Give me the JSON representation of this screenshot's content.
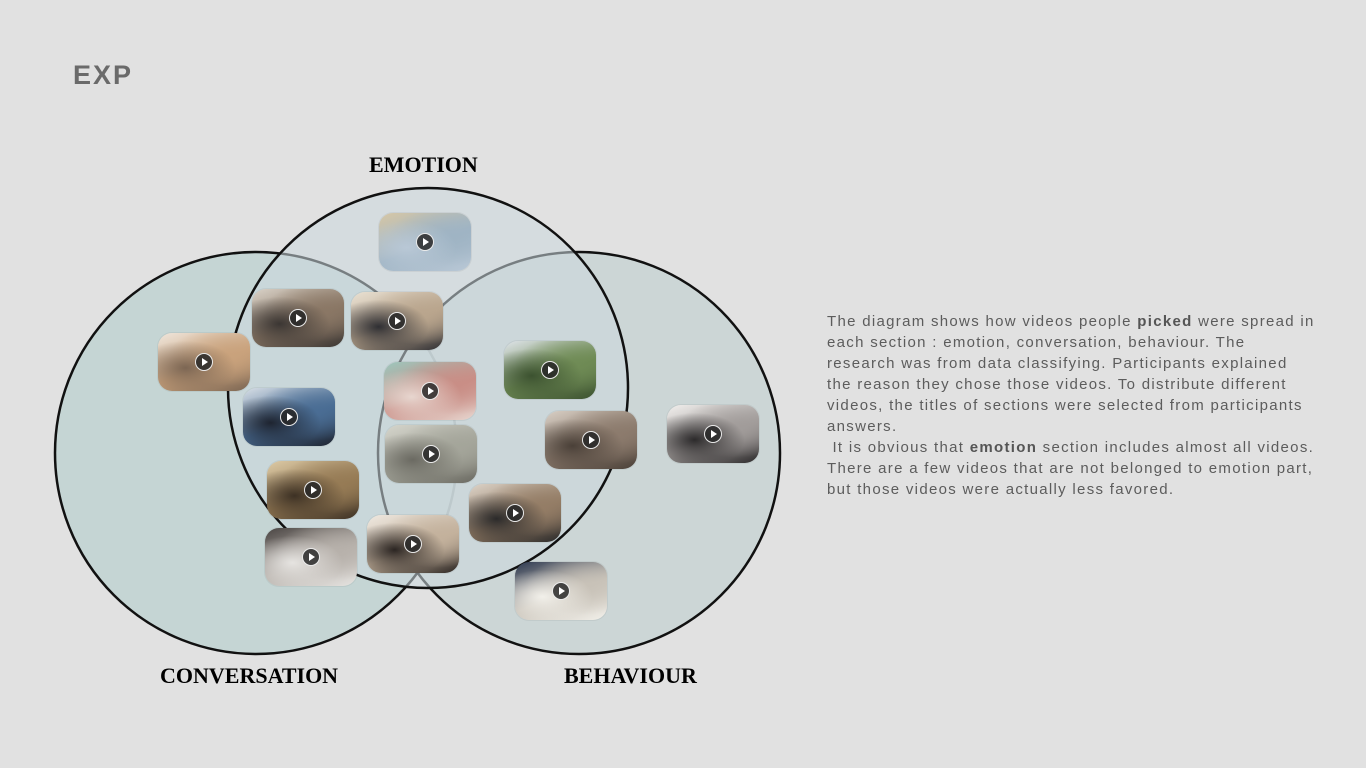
{
  "brand": "EXP",
  "venn": {
    "sets": [
      "EMOTION",
      "CONVERSATION",
      "BEHAVIOUR"
    ],
    "circle_color": "#c3d4d3",
    "top_circle_color": "#cedbdf"
  },
  "thumbnails": [
    {
      "id": "beach",
      "colors": [
        "#b9c8d6",
        "#9fb4c4",
        "#d6c7a6"
      ]
    },
    {
      "id": "group-table",
      "colors": [
        "#3b3633",
        "#8a7765",
        "#d9d2c8"
      ]
    },
    {
      "id": "kitchen-talk",
      "colors": [
        "#2f2f33",
        "#b9a58d",
        "#e9e1d3"
      ]
    },
    {
      "id": "dinner-friends",
      "colors": [
        "#7c6653",
        "#c9a27c",
        "#efe6dc"
      ]
    },
    {
      "id": "dark-room",
      "colors": [
        "#1e2430",
        "#4a6d94",
        "#d8dfe6"
      ]
    },
    {
      "id": "child-playroom",
      "colors": [
        "#e7d6cf",
        "#c98e86",
        "#9cc7bd"
      ]
    },
    {
      "id": "river-swim",
      "colors": [
        "#6b6a62",
        "#a4a59a",
        "#d5d5cc"
      ]
    },
    {
      "id": "forest-walk",
      "colors": [
        "#3c5230",
        "#6f8b55",
        "#dfe4ea"
      ]
    },
    {
      "id": "couch-friends",
      "colors": [
        "#4a4038",
        "#8c7b6d",
        "#d8cfc5"
      ]
    },
    {
      "id": "bright-light",
      "colors": [
        "#2c2a2b",
        "#a19c9a",
        "#f2f0ee"
      ]
    },
    {
      "id": "restaurant",
      "colors": [
        "#3d3124",
        "#967b55",
        "#dccaa6"
      ]
    },
    {
      "id": "cafe-talk",
      "colors": [
        "#2b2a2a",
        "#947d66",
        "#dcd3c8"
      ]
    },
    {
      "id": "office-chat",
      "colors": [
        "#e6e4e1",
        "#b7b1ab",
        "#4a4543"
      ]
    },
    {
      "id": "bookshelf-room",
      "colors": [
        "#2b2522",
        "#c3b19c",
        "#efe9e1"
      ]
    },
    {
      "id": "phone-friends",
      "colors": [
        "#f2f0ea",
        "#c8c2b8",
        "#2d3950"
      ]
    }
  ],
  "description": {
    "p1_before": "The diagram shows how videos people ",
    "p1_bold": "picked",
    "p1_after": " were spread in each section : emotion, conversation, behaviour. The research was from data classifying. Participants explained the reason they chose those videos. To distribute different videos, the titles of sections were selected from participants answers.",
    "p2_before": " It is obvious that ",
    "p2_bold": "emotion",
    "p2_after": " section includes almost all videos. There are a few videos that are not belonged to emotion part, but those videos were actually less favored."
  }
}
